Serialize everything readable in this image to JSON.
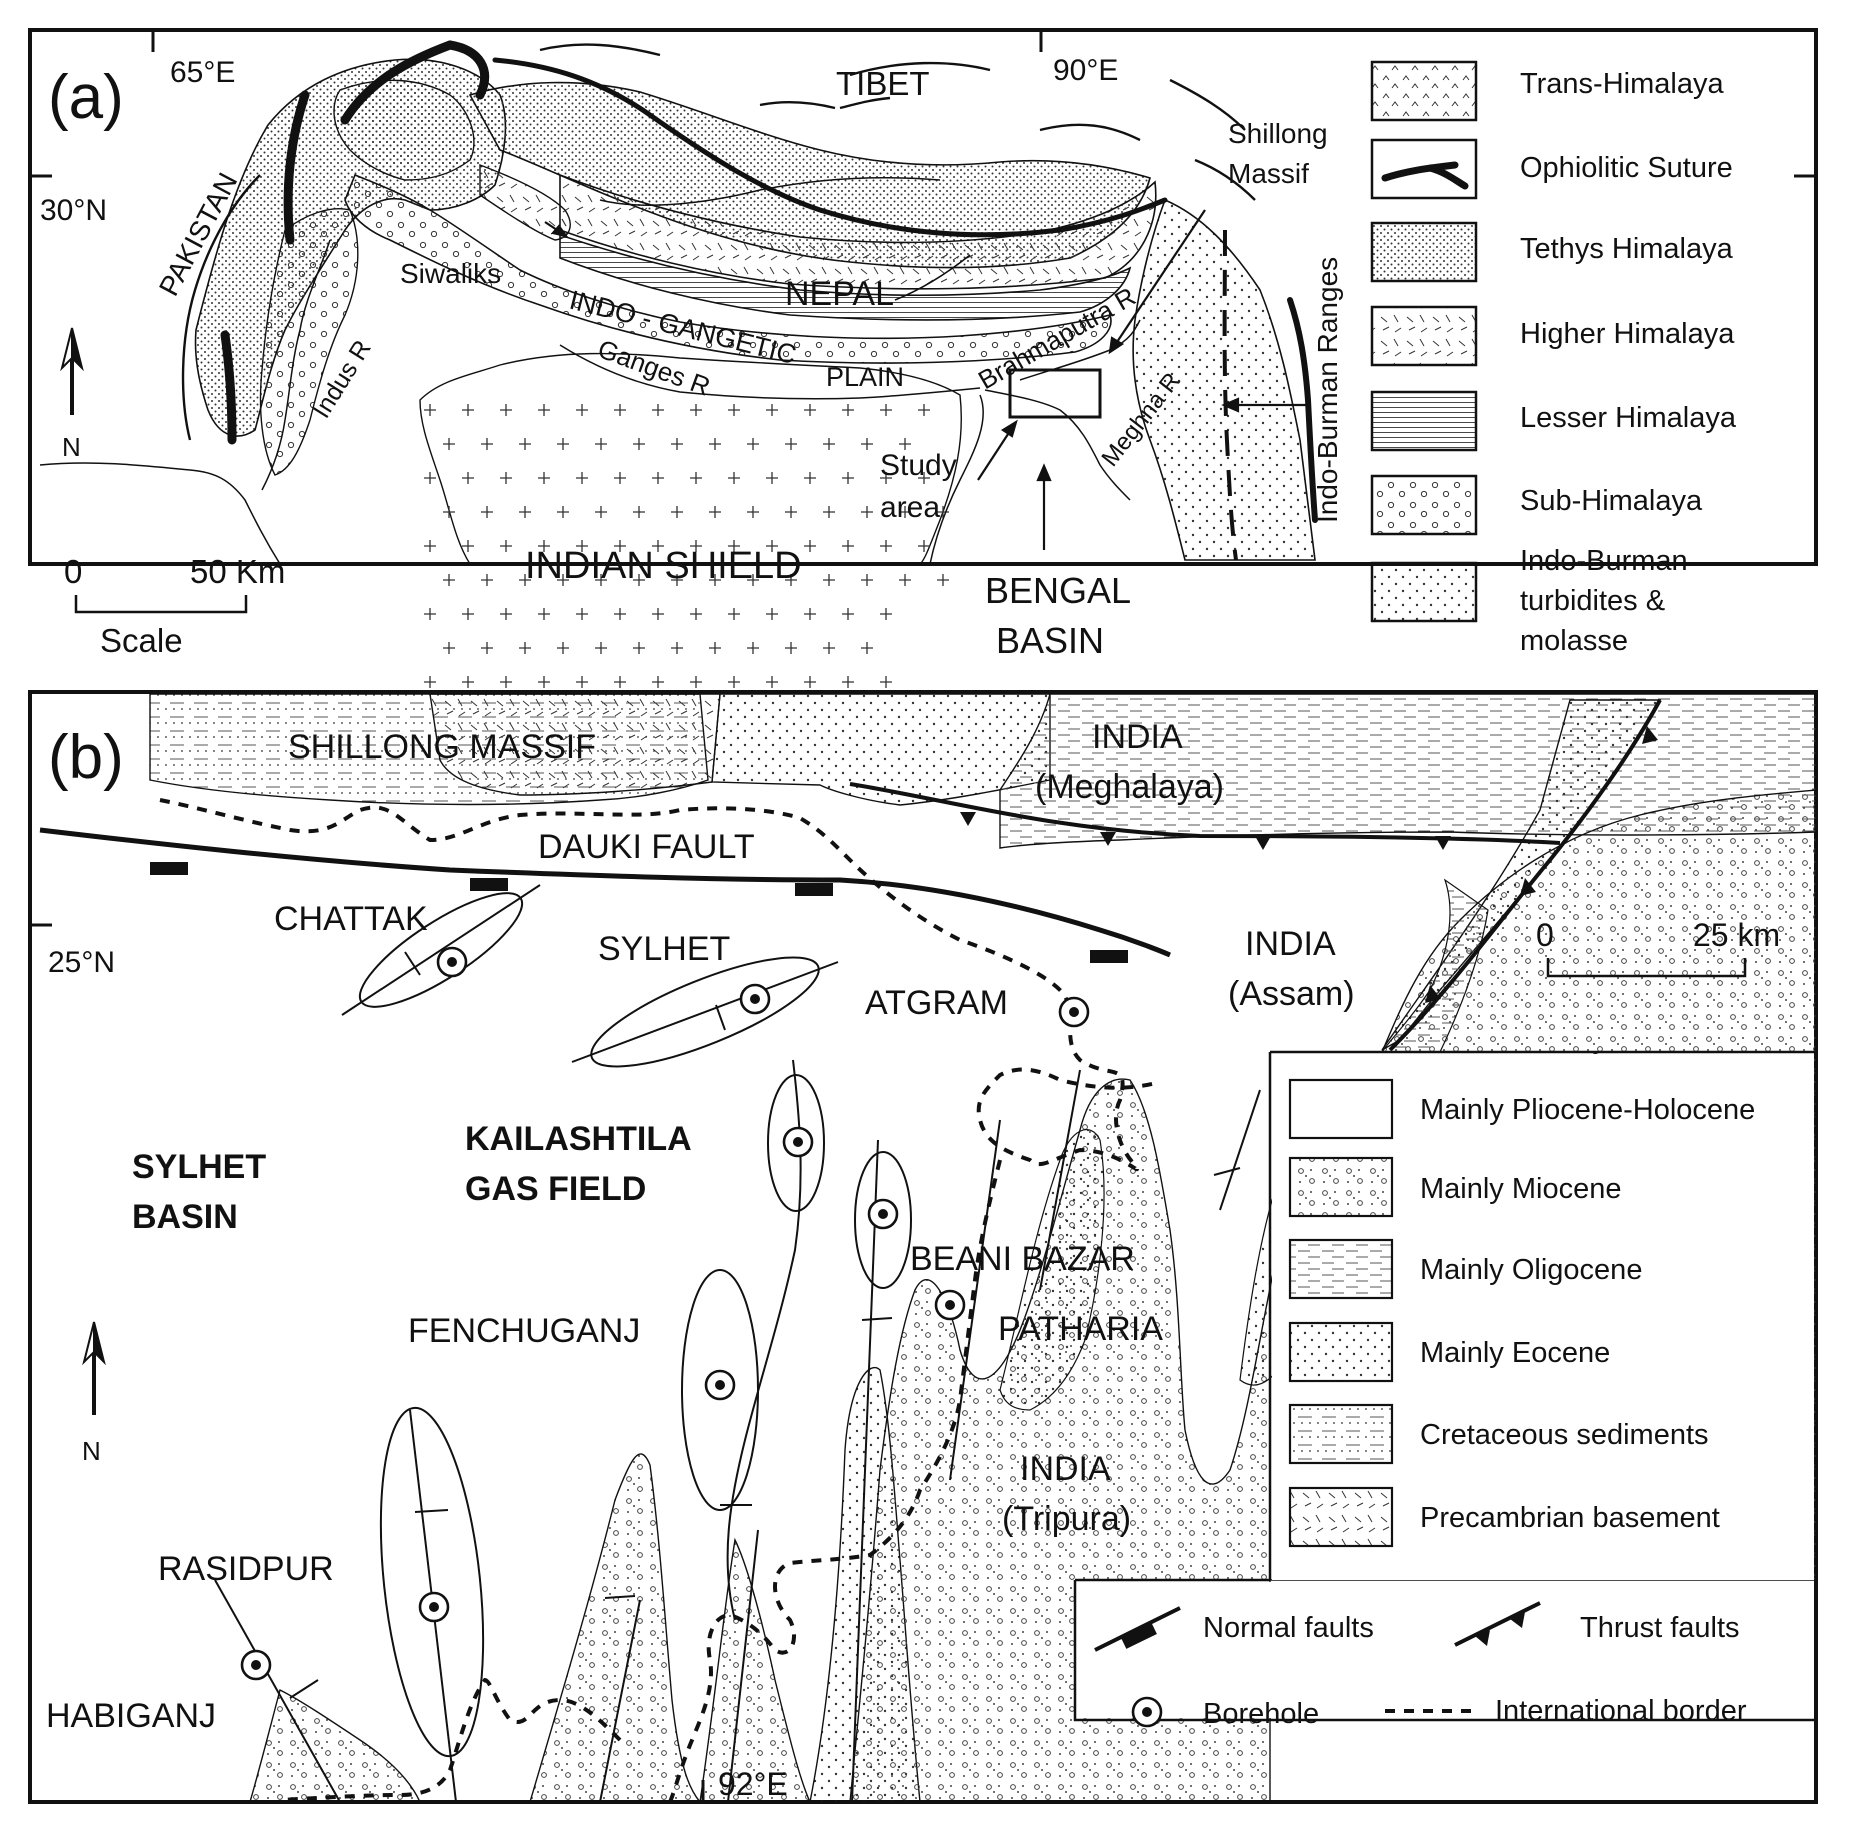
{
  "panel_a": {
    "tag": "(a)",
    "map_labels": {
      "tibet": "TIBET",
      "nepal": "NEPAL",
      "pakistan": "PAKISTAN",
      "siwaliks": "Siwaliks",
      "indus_r": "Indus R",
      "indo_gangetic_1": "INDO - GANGETIC",
      "plain": "PLAIN",
      "ganges_r": "Ganges R",
      "brahmaputra_r": "Brahmaputra R",
      "meghna_r": "Meghna R",
      "shillong_1": "Shillong",
      "shillong_2": "Massif",
      "indo_burman_ranges": "Indo-Burman Ranges",
      "study_1": "Study",
      "study_2": "area",
      "bengal_1": "BENGAL",
      "bengal_2": "BASIN",
      "indian_shield": "INDIAN SHIELD",
      "lon_65": "65°E",
      "lon_90": "90°E",
      "lat_30": "30°N",
      "north": "N"
    },
    "scale": {
      "start": "0",
      "end": "50 Km",
      "label": "Scale"
    },
    "legend": [
      {
        "label": "Trans-Himalaya",
        "pattern": "trans"
      },
      {
        "label": "Ophiolitic Suture",
        "pattern": "suture"
      },
      {
        "label": "Tethys Himalaya",
        "pattern": "dense-dots"
      },
      {
        "label": "Higher Himalaya",
        "pattern": "dashes"
      },
      {
        "label": "Lesser Himalaya",
        "pattern": "hlines"
      },
      {
        "label": "Sub-Himalaya",
        "pattern": "circles"
      },
      {
        "label_lines": [
          "Indo-Burman",
          "turbidites &",
          "molasse"
        ],
        "pattern": "sparse-dots"
      }
    ]
  },
  "panel_b": {
    "tag": "(b)",
    "map_labels": {
      "shillong_massif": "SHILLONG MASSIF",
      "india_meghalaya_1": "INDIA",
      "india_meghalaya_2": "(Meghalaya)",
      "dauki_fault": "DAUKI FAULT",
      "india_assam_1": "INDIA",
      "india_assam_2": "(Assam)",
      "lat_25": "25°N",
      "chattak": "CHATTAK",
      "sylhet": "SYLHET",
      "atgram": "ATGRAM",
      "sylhet_basin_1": "SYLHET",
      "sylhet_basin_2": "BASIN",
      "kailashtila_1": "KAILASHTILA",
      "kailashtila_2": "GAS FIELD",
      "beani_bazar": "BEANI BAZAR",
      "patharia": "PATHARIA",
      "fenchuganj": "FENCHUGANJ",
      "india_tripura_1": "INDIA",
      "india_tripura_2": "(Tripura)",
      "rasidpur": "RASIDPUR",
      "habiganj": "HABIGANJ",
      "lon_92": "92°E",
      "north": "N"
    },
    "scale": {
      "start": "0",
      "end": "25 km"
    },
    "legend": [
      {
        "label": "Mainly Pliocene-Holocene",
        "pattern": "blank"
      },
      {
        "label": "Mainly Miocene",
        "pattern": "dots-circles"
      },
      {
        "label": "Mainly Oligocene",
        "pattern": "hdashes"
      },
      {
        "label": "Mainly Eocene",
        "pattern": "sparse-dots"
      },
      {
        "label": "Cretaceous sediments",
        "pattern": "dotted-lines"
      },
      {
        "label": "Precambrian basement",
        "pattern": "dashes"
      }
    ],
    "symbols": {
      "normal_faults": "Normal faults",
      "thrust_faults": "Thrust faults",
      "borehole": "Borehole",
      "international_border": "International border"
    }
  }
}
